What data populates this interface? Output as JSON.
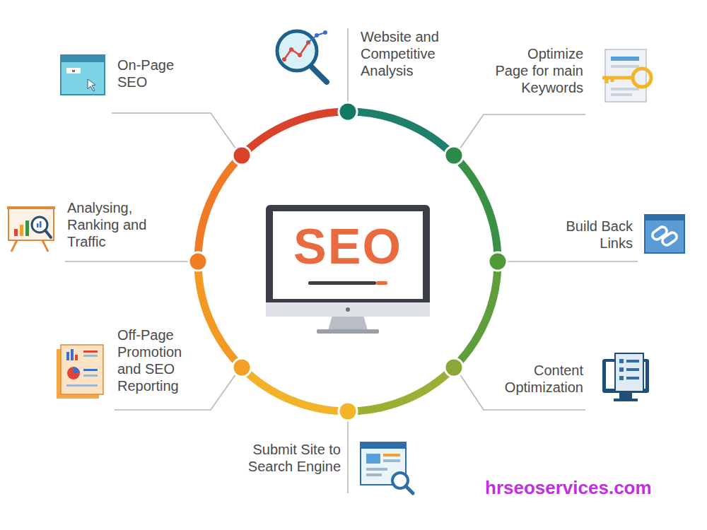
{
  "diagram": {
    "nodes": [
      {
        "text": [
          "SEO"
        ]
      }
    ],
    "labels": [
      "On-Page SEO",
      "Website and Competitive Analysis",
      "Optimize Page for main Keywords",
      "Analysing, Ranking and Traffic",
      "Build Back Links",
      "Off-Page Promotion and SEO Reporting",
      "Content Optimization",
      "Submit Site to Search Engine",
      "hrseoservices.com"
    ]
  }
}
